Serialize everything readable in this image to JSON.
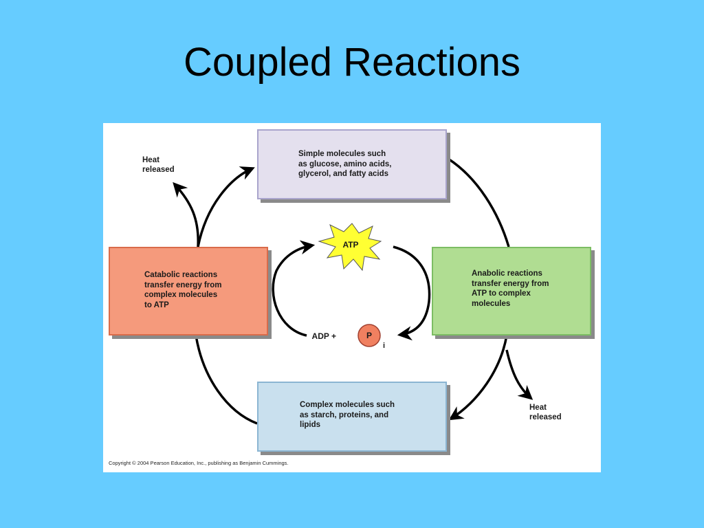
{
  "slide": {
    "title": "Coupled Reactions"
  },
  "diagram": {
    "simple_box": {
      "lines": [
        "Simple molecules such",
        "as glucose, amino acids,",
        "glycerol, and fatty acids"
      ]
    },
    "complex_box": {
      "lines": [
        "Complex molecules such",
        "as starch, proteins, and",
        "lipids"
      ]
    },
    "catabolic_box": {
      "lines": [
        "Catabolic reactions",
        "transfer energy from",
        "complex molecules",
        "to ATP"
      ]
    },
    "anabolic_box": {
      "lines": [
        "Anabolic reactions",
        "transfer energy from",
        "ATP to complex",
        "molecules"
      ]
    },
    "heat_left": {
      "lines": [
        "Heat",
        "released"
      ]
    },
    "heat_right": {
      "lines": [
        "Heat",
        "released"
      ]
    },
    "atp_label": "ATP",
    "adp_label": "ADP +",
    "phosphate_label": "P",
    "phosphate_subscript": "i",
    "copyright": "Copyright © 2004 Pearson Education, Inc., publishing as Benjamin Cummings."
  },
  "colors": {
    "background": "#66ccff",
    "simple_box": "#e4e0ee",
    "complex_box": "#c9e0ee",
    "catabolic_box": "#f59a7c",
    "anabolic_box": "#b0dd92",
    "atp_star": "#ffff33",
    "phosphate_circle": "#f08060"
  }
}
